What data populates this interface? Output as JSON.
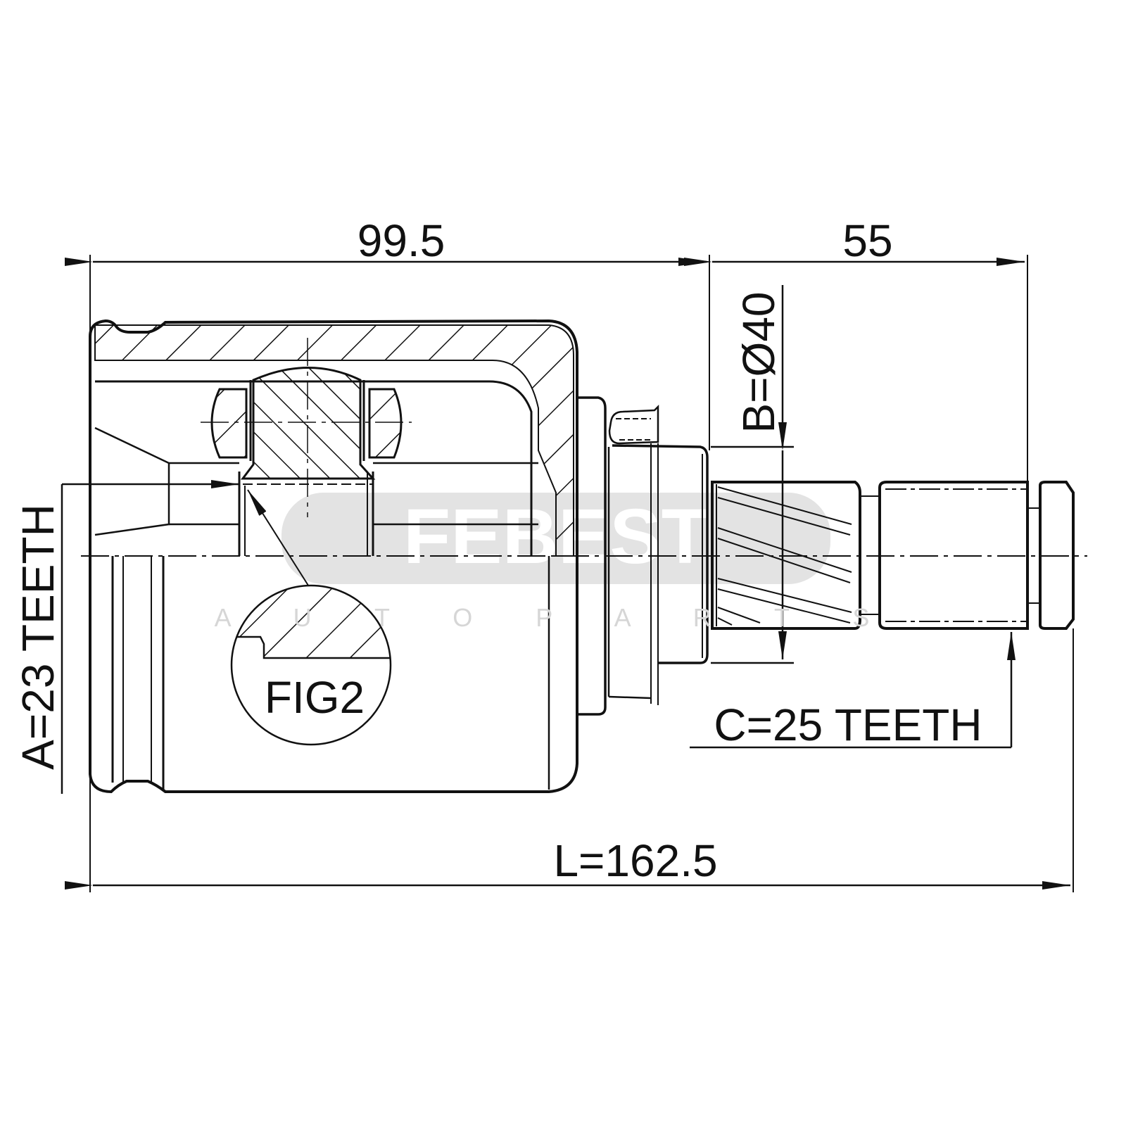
{
  "dimensions": {
    "housing_length": "99.5",
    "shaft_length": "55",
    "total_length": "L=162.5",
    "outer_diameter": "B=Ø40",
    "inner_teeth": "A=23 TEETH",
    "outer_teeth": "C=25 TEETH"
  },
  "detail_label": "FIG2",
  "watermark": {
    "brand": "FEBEST",
    "subtitle": "A U T O   P A R T S"
  },
  "colors": {
    "line": "#111111",
    "watermark": "#e3e3e3"
  }
}
